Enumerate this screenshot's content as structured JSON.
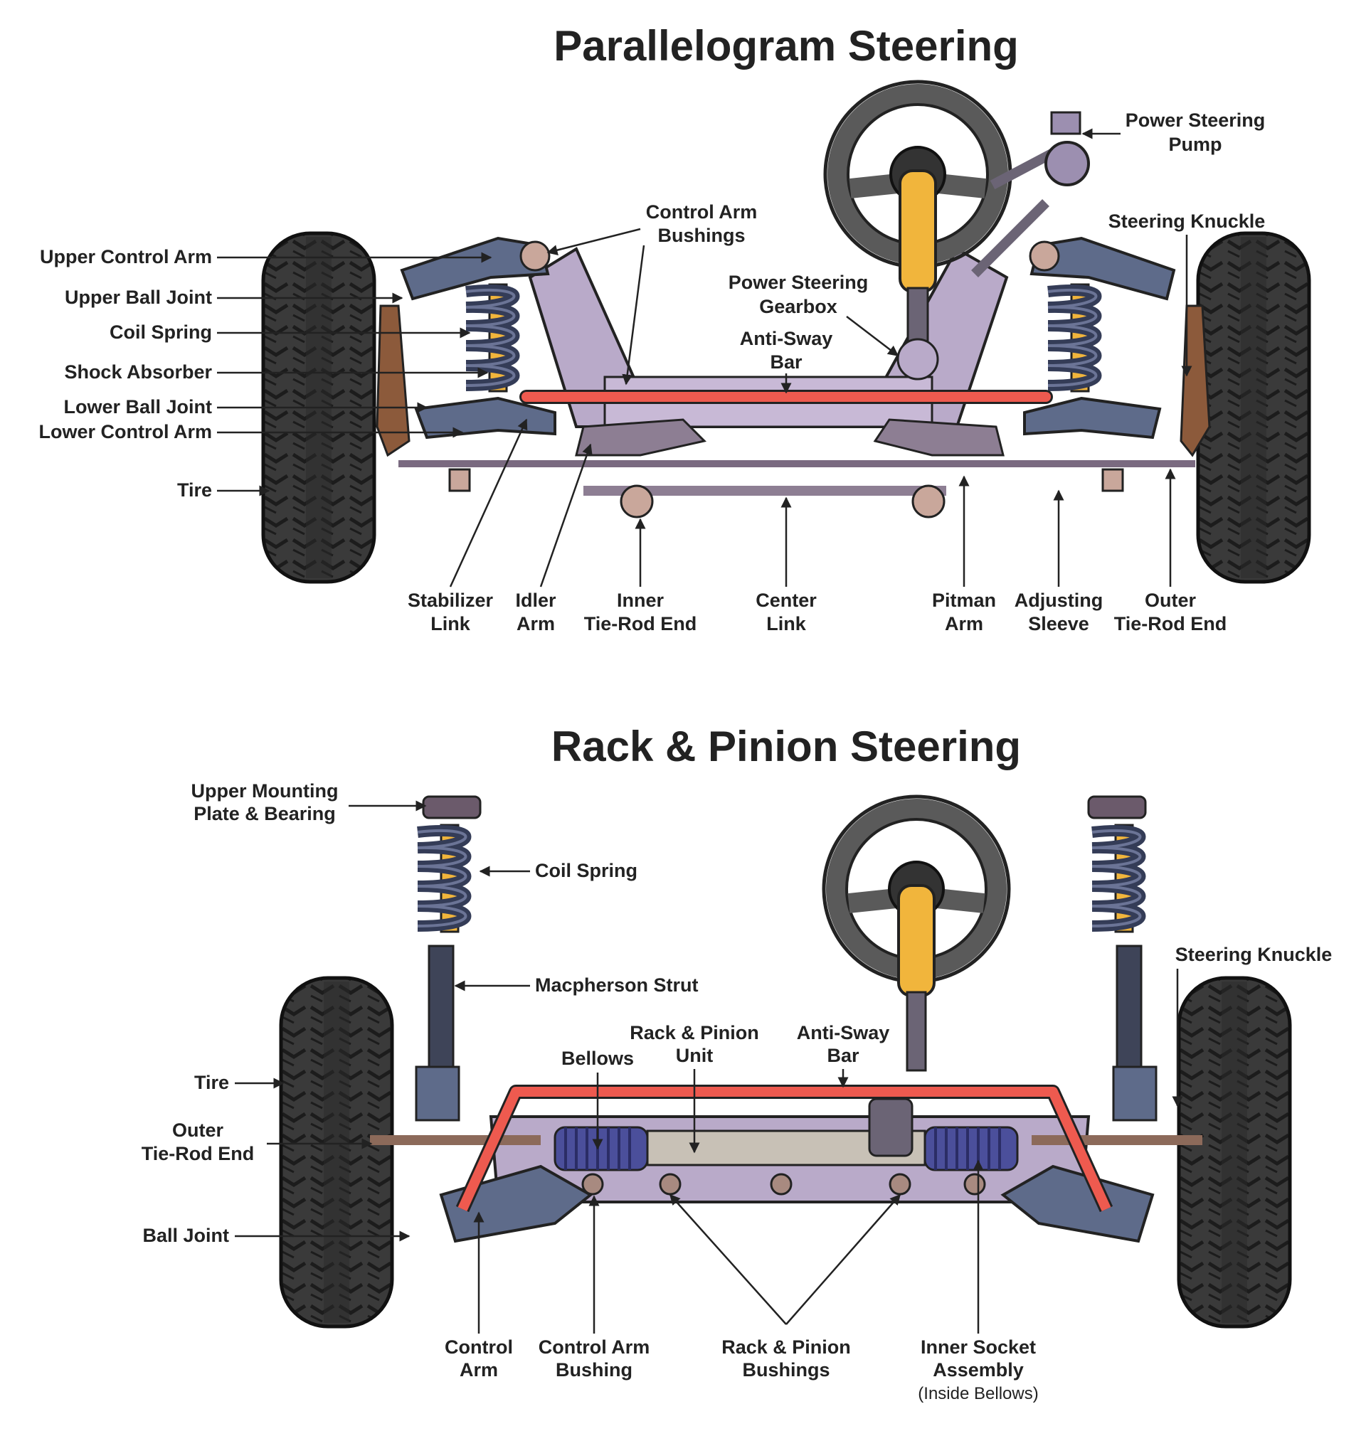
{
  "top": {
    "title": "Parallelogram Steering",
    "labels": {
      "upper_control_arm": "Upper Control Arm",
      "upper_ball_joint": "Upper Ball Joint",
      "coil_spring": "Coil Spring",
      "shock_absorber": "Shock Absorber",
      "lower_ball_joint": "Lower Ball Joint",
      "lower_control_arm": "Lower Control Arm",
      "tire": "Tire",
      "control_arm_bushings": [
        "Control Arm",
        "Bushings"
      ],
      "power_steering_gearbox": [
        "Power Steering",
        "Gearbox"
      ],
      "anti_sway_bar": [
        "Anti-Sway",
        "Bar"
      ],
      "power_steering_pump": [
        "Power Steering",
        "Pump"
      ],
      "steering_knuckle": "Steering Knuckle",
      "stabilizer_link": [
        "Stabilizer",
        "Link"
      ],
      "idler_arm": [
        "Idler",
        "Arm"
      ],
      "inner_tie_rod_end": [
        "Inner",
        "Tie-Rod End"
      ],
      "center_link": [
        "Center",
        "Link"
      ],
      "pitman_arm": [
        "Pitman",
        "Arm"
      ],
      "adjusting_sleeve": [
        "Adjusting",
        "Sleeve"
      ],
      "outer_tie_rod_end": [
        "Outer",
        "Tie-Rod End"
      ]
    }
  },
  "bottom": {
    "title": "Rack & Pinion Steering",
    "labels": {
      "upper_mounting_plate": [
        "Upper Mounting",
        "Plate & Bearing"
      ],
      "coil_spring": "Coil Spring",
      "macpherson_strut": "Macpherson Strut",
      "steering_knuckle": "Steering Knuckle",
      "tire": "Tire",
      "outer_tie_rod_end": [
        "Outer",
        "Tie-Rod End"
      ],
      "ball_joint": "Ball Joint",
      "bellows": "Bellows",
      "rack_pinion_unit": [
        "Rack & Pinion",
        "Unit"
      ],
      "anti_sway_bar": [
        "Anti-Sway",
        "Bar"
      ],
      "control_arm": [
        "Control",
        "Arm"
      ],
      "control_arm_bushing": [
        "Control Arm",
        "Bushing"
      ],
      "rack_pinion_bushings": [
        "Rack & Pinion",
        "Bushings"
      ],
      "inner_socket_assembly": [
        "Inner Socket",
        "Assembly"
      ],
      "inside_bellows_note": "(Inside Bellows)"
    }
  },
  "colors": {
    "tire": "#3a3a3a",
    "frame": "#b9aac9",
    "arm": "#5e6b8a",
    "sway_bar": "#ee5a4f",
    "spring": "#343c57",
    "shock": "#f1b53c",
    "bellows": "#4b4f9b",
    "rack": "#c8c1b6"
  },
  "icons": [
    "steering-wheel",
    "tire",
    "coil-spring",
    "arrow"
  ]
}
